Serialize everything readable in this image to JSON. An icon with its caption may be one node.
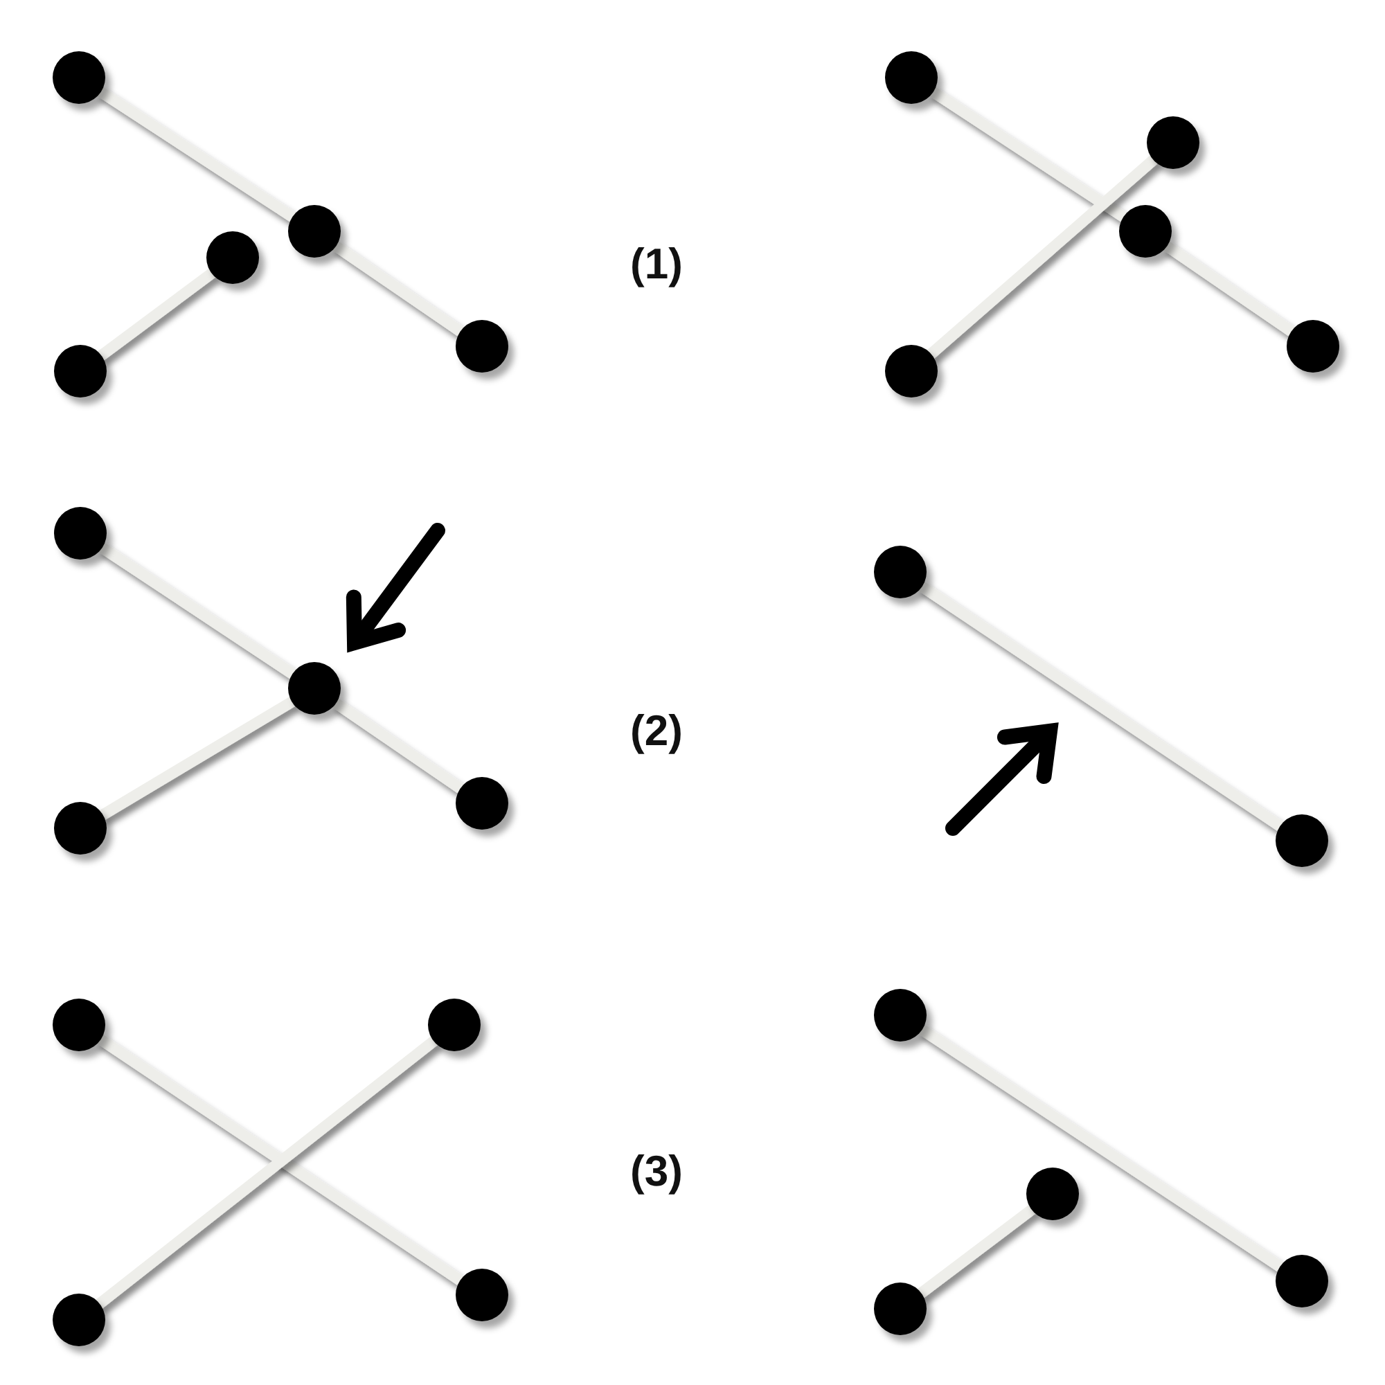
{
  "diagram": {
    "nodes": [
      {
        "text": [],
        "shape": "circle"
      },
      {
        "text": [],
        "shape": "circle"
      },
      {
        "text": [],
        "shape": "circle"
      },
      {
        "text": [],
        "shape": "circle"
      },
      {
        "text": [],
        "shape": "circle"
      },
      {
        "text": [],
        "shape": "circle"
      },
      {
        "text": [],
        "shape": "circle"
      },
      {
        "text": [],
        "shape": "circle"
      },
      {
        "text": [],
        "shape": "circle"
      },
      {
        "text": [],
        "shape": "circle"
      },
      {
        "text": [],
        "shape": "circle"
      },
      {
        "text": [],
        "shape": "circle"
      },
      {
        "text": [],
        "shape": "circle"
      },
      {
        "text": [],
        "shape": "circle"
      },
      {
        "text": [],
        "shape": "circle"
      },
      {
        "text": [],
        "shape": "circle"
      },
      {
        "text": [],
        "shape": "circle"
      },
      {
        "text": [],
        "shape": "circle"
      },
      {
        "text": [],
        "shape": "circle"
      },
      {
        "text": [],
        "shape": "circle"
      },
      {
        "text": [],
        "shape": "circle"
      },
      {
        "text": [],
        "shape": "circle"
      },
      {
        "text": [],
        "shape": "circle"
      },
      {
        "text": [],
        "shape": "circle"
      }
    ],
    "edges": [
      {
        "from": 0,
        "to": 1,
        "arrow": "none"
      },
      {
        "from": 1,
        "to": 3,
        "arrow": "none"
      },
      {
        "from": 4,
        "to": 2,
        "arrow": "none"
      },
      {
        "from": 5,
        "to": 7,
        "arrow": "none"
      },
      {
        "from": 7,
        "to": 8,
        "arrow": "none"
      },
      {
        "from": 9,
        "to": 6,
        "arrow": "none"
      },
      {
        "from": 10,
        "to": 11,
        "arrow": "none"
      },
      {
        "from": 11,
        "to": 12,
        "arrow": "none"
      },
      {
        "from": 13,
        "to": 11,
        "arrow": "none"
      },
      {
        "from": 14,
        "to": 15,
        "arrow": "none"
      },
      {
        "from": 16,
        "to": 18,
        "arrow": "none"
      },
      {
        "from": 19,
        "to": 17,
        "arrow": "none"
      },
      {
        "from": 20,
        "to": 22,
        "arrow": "none"
      },
      {
        "from": 23,
        "to": 21,
        "arrow": "none"
      }
    ],
    "labels": [
      "(1)",
      "(2)",
      "(3)"
    ]
  }
}
